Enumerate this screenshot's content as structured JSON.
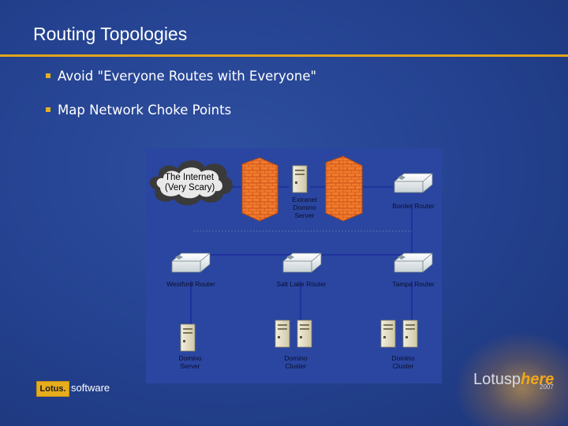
{
  "slide": {
    "title": "Routing Topologies",
    "bullets": [
      "Avoid \"Everyone Routes with Everyone\"",
      "Map Network Choke Points"
    ]
  },
  "diagram": {
    "cloud": {
      "line1": "The Internet",
      "line2": "(Very Scary)"
    },
    "labels": {
      "extranet_1": "Extranet",
      "extranet_2": "Domino",
      "extranet_3": "Server",
      "border_router": "Border Router",
      "westford_router": "Westford Router",
      "salt_lake_router": "Salt Lake Router",
      "tampa_router": "Tampa Router",
      "domino_server_1": "Domino",
      "domino_server_2": "Server",
      "cluster_a_1": "Domino",
      "cluster_a_2": "Cluster",
      "cluster_b_1": "Domino",
      "cluster_b_2": "Cluster"
    }
  },
  "footer": {
    "lotus_brand": "Lotus.",
    "lotus_software": "software",
    "lotusphere_a": "Lotusp",
    "lotusphere_b": "here",
    "lotusphere_year": "2007"
  },
  "colors": {
    "accent": "#e2a51b",
    "background": "#23418f",
    "link": "#1c2c9c"
  }
}
